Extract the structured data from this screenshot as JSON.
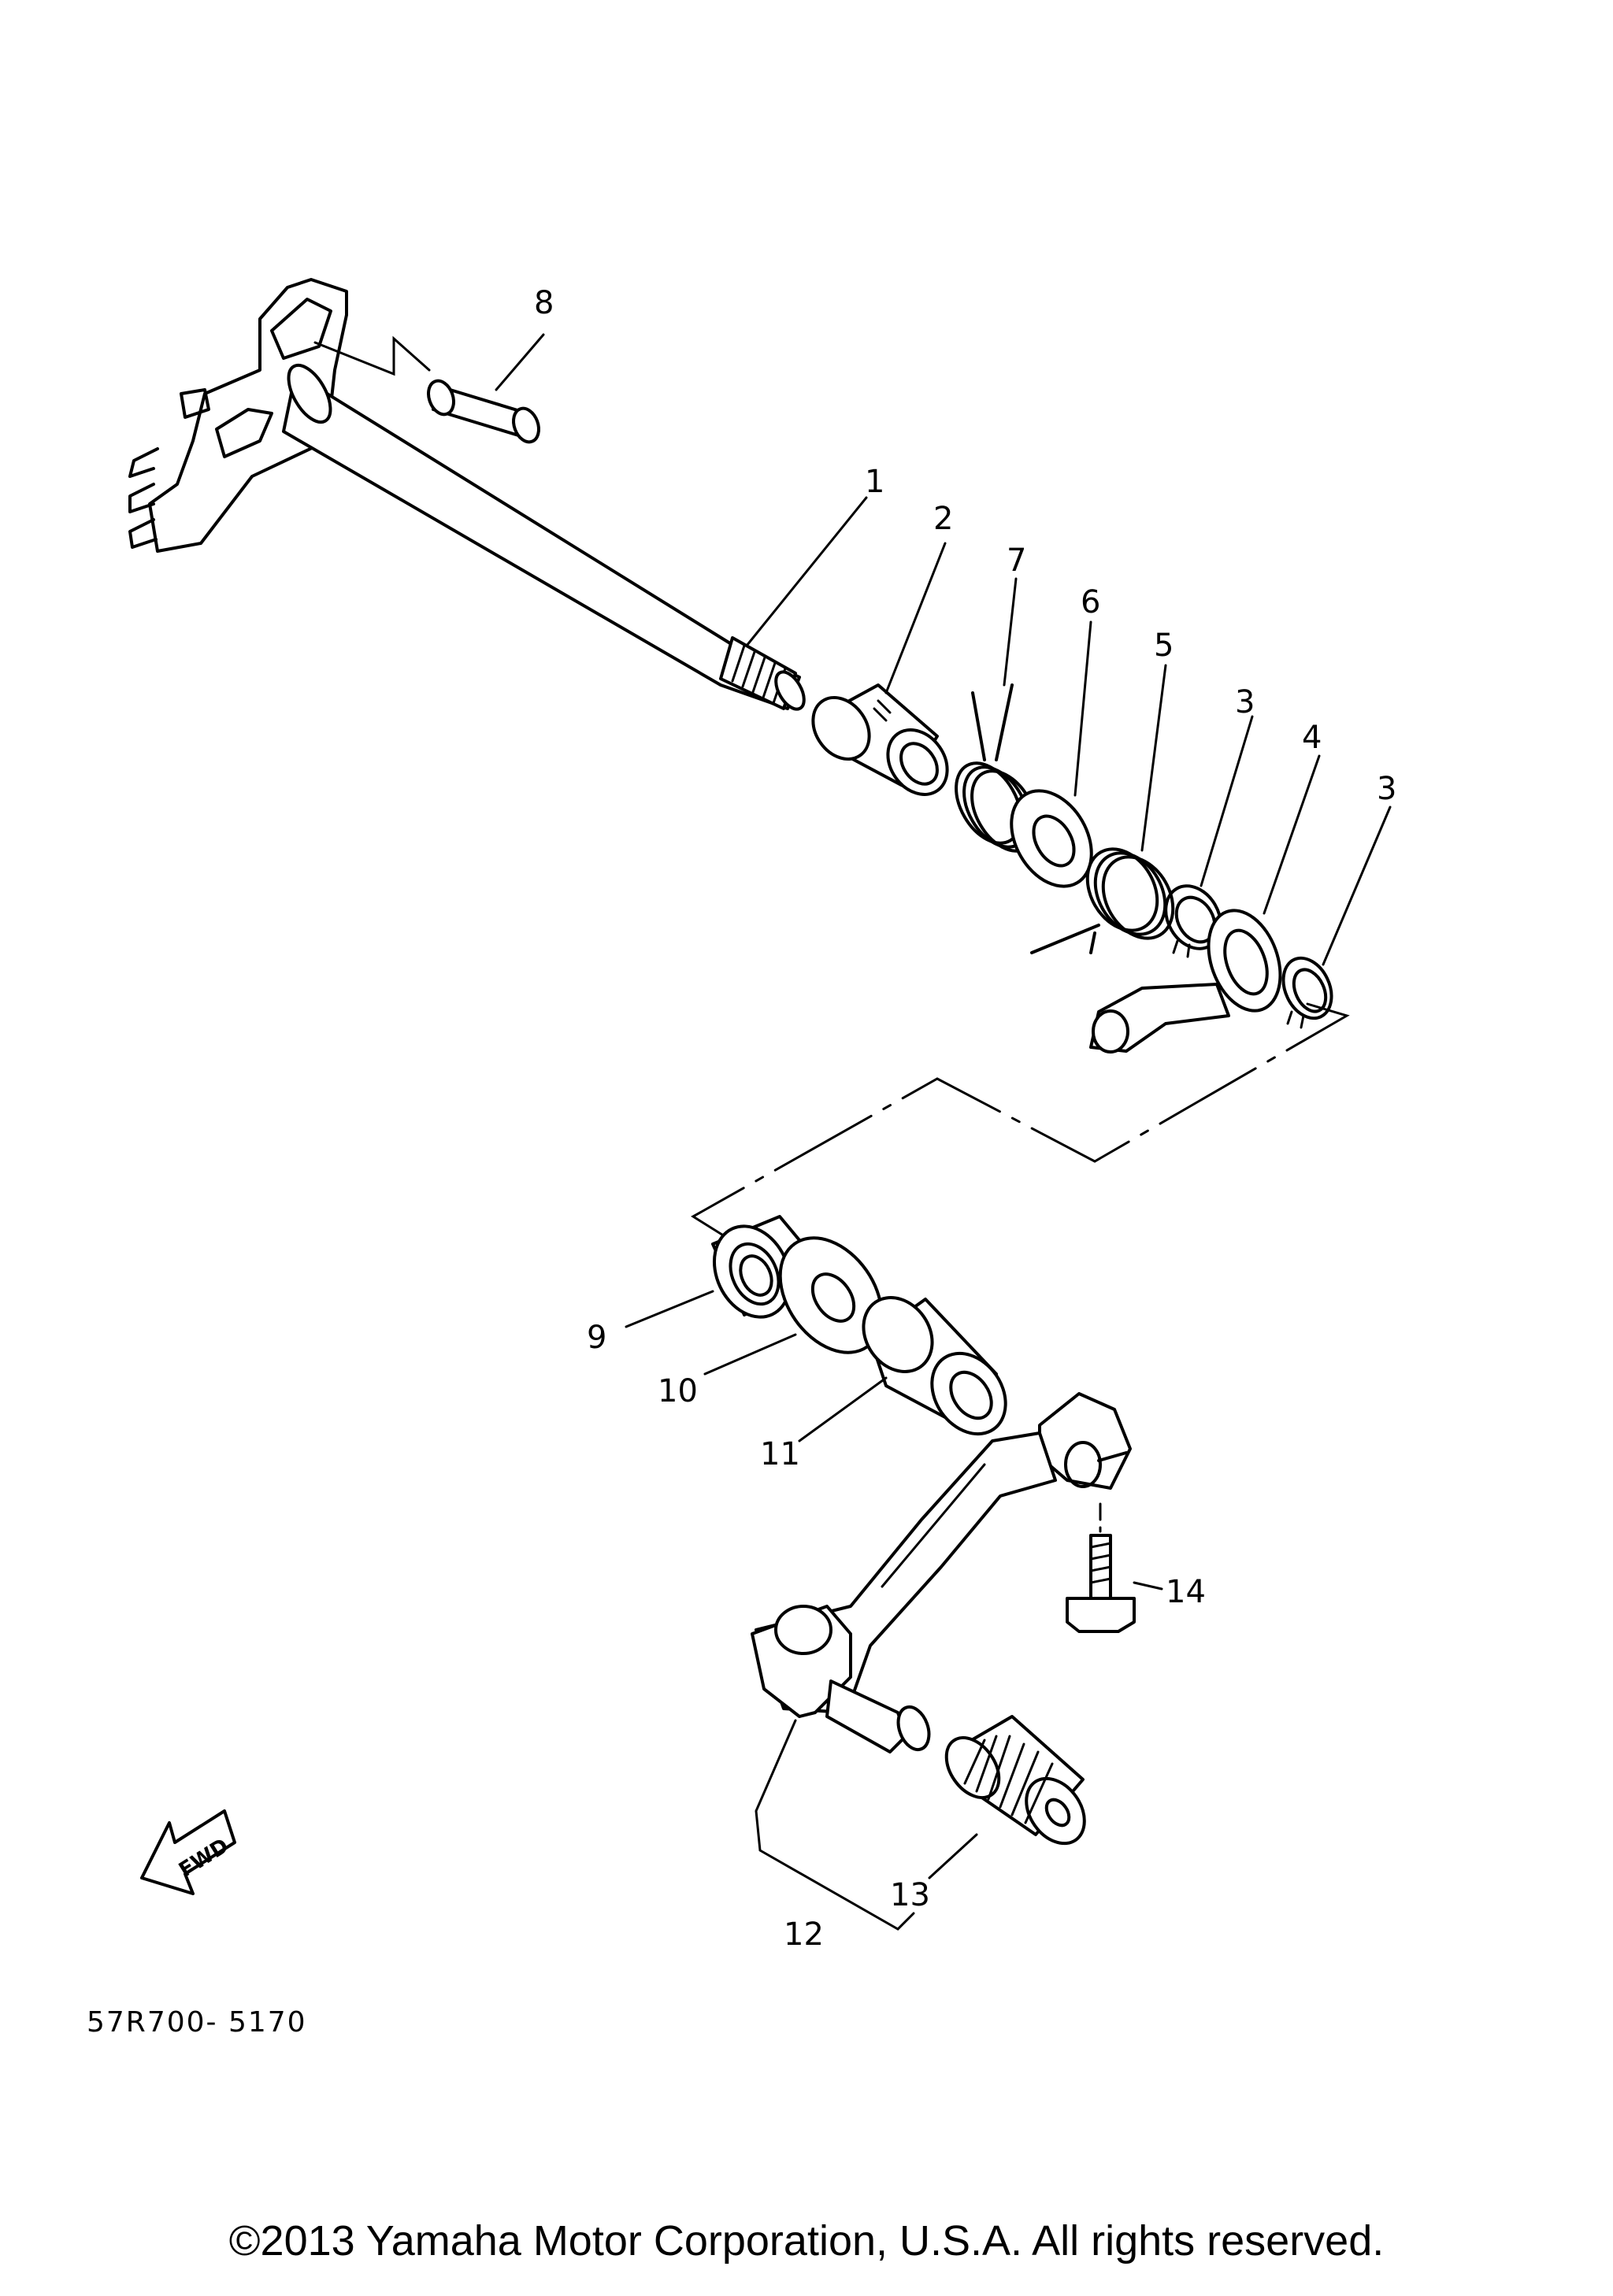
{
  "diagram": {
    "callouts": [
      "1",
      "2",
      "3",
      "3",
      "4",
      "5",
      "6",
      "7",
      "8",
      "9",
      "10",
      "11",
      "12",
      "13",
      "14"
    ],
    "fwd_label": "FWD",
    "diagram_code": "57R700- 5170"
  },
  "footer": {
    "copyright": "©2013 Yamaha Motor Corporation, U.S.A. All rights reserved."
  }
}
